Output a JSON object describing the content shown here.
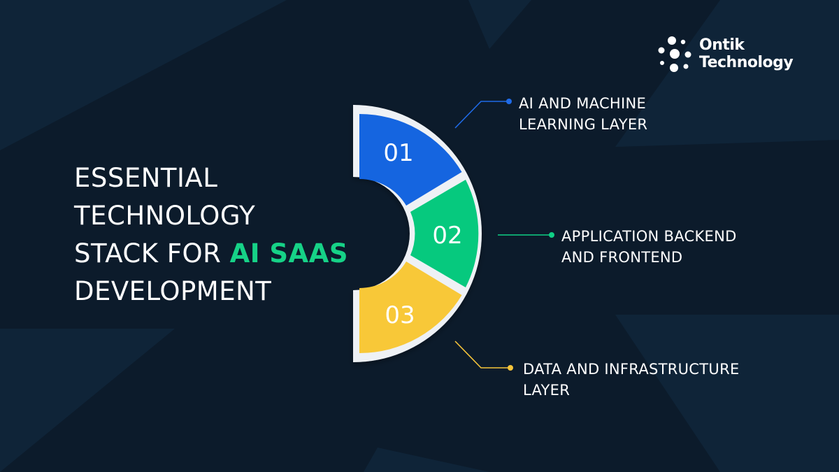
{
  "brand": {
    "name_line1": "Ontik",
    "name_line2": "Technology",
    "logo_icon": "dots-cluster-icon"
  },
  "title": {
    "line1": "ESSENTIAL",
    "line2": "TECHNOLOGY",
    "line3_prefix": "STACK FOR ",
    "line3_accent": "AI SAAS",
    "line4": "DEVELOPMENT"
  },
  "layers": [
    {
      "number": "01",
      "label_line1": "AI AND MACHINE",
      "label_line2": "LEARNING LAYER",
      "color": "#1565e0",
      "connector_color": "#1f6be8"
    },
    {
      "number": "02",
      "label_line1": "APPLICATION BACKEND",
      "label_line2": "AND FRONTEND",
      "color": "#06c97e",
      "connector_color": "#0fcf85"
    },
    {
      "number": "03",
      "label_line1": "DATA AND INFRASTRUCTURE",
      "label_line2": "LAYER",
      "color": "#f8c838",
      "connector_color": "#f6c43a"
    }
  ],
  "colors": {
    "background": "#0c1b2b",
    "accent": "#16d287",
    "text": "#ffffff"
  }
}
